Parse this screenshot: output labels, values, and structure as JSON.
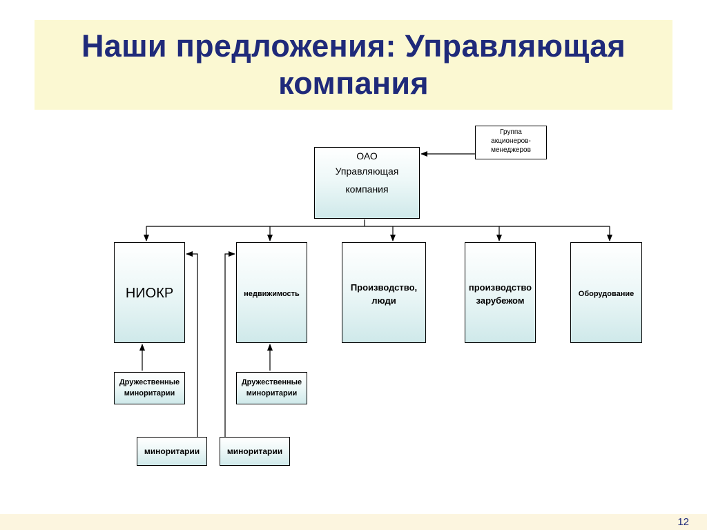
{
  "slide": {
    "title": "Наши предложения: Управляющая компания",
    "page_number": "12"
  },
  "org_chart": {
    "top_entity": {
      "line1": "ОАО",
      "line2": "Управляющая",
      "line3": "компания"
    },
    "shareholder_group": {
      "line1": "Группа",
      "line2": "акционеров-",
      "line3": "менеджеров"
    },
    "subsidiaries": {
      "niokr": "НИОКР",
      "real_estate": "недвижимость",
      "production_people": {
        "line1": "Производство,",
        "line2": "люди"
      },
      "production_abroad": {
        "line1": "производство",
        "line2": "зарубежом"
      },
      "equipment": "Оборудование"
    },
    "friendly_minorities": {
      "line1": "Дружественные",
      "line2": "миноритарии"
    },
    "minorities": "миноритарии"
  },
  "colors": {
    "title_text": "#1f2a7a",
    "title_band": "#fbf8d2",
    "footer_band": "#fcf5df",
    "box_gradient_end": "#cfe9ea"
  }
}
